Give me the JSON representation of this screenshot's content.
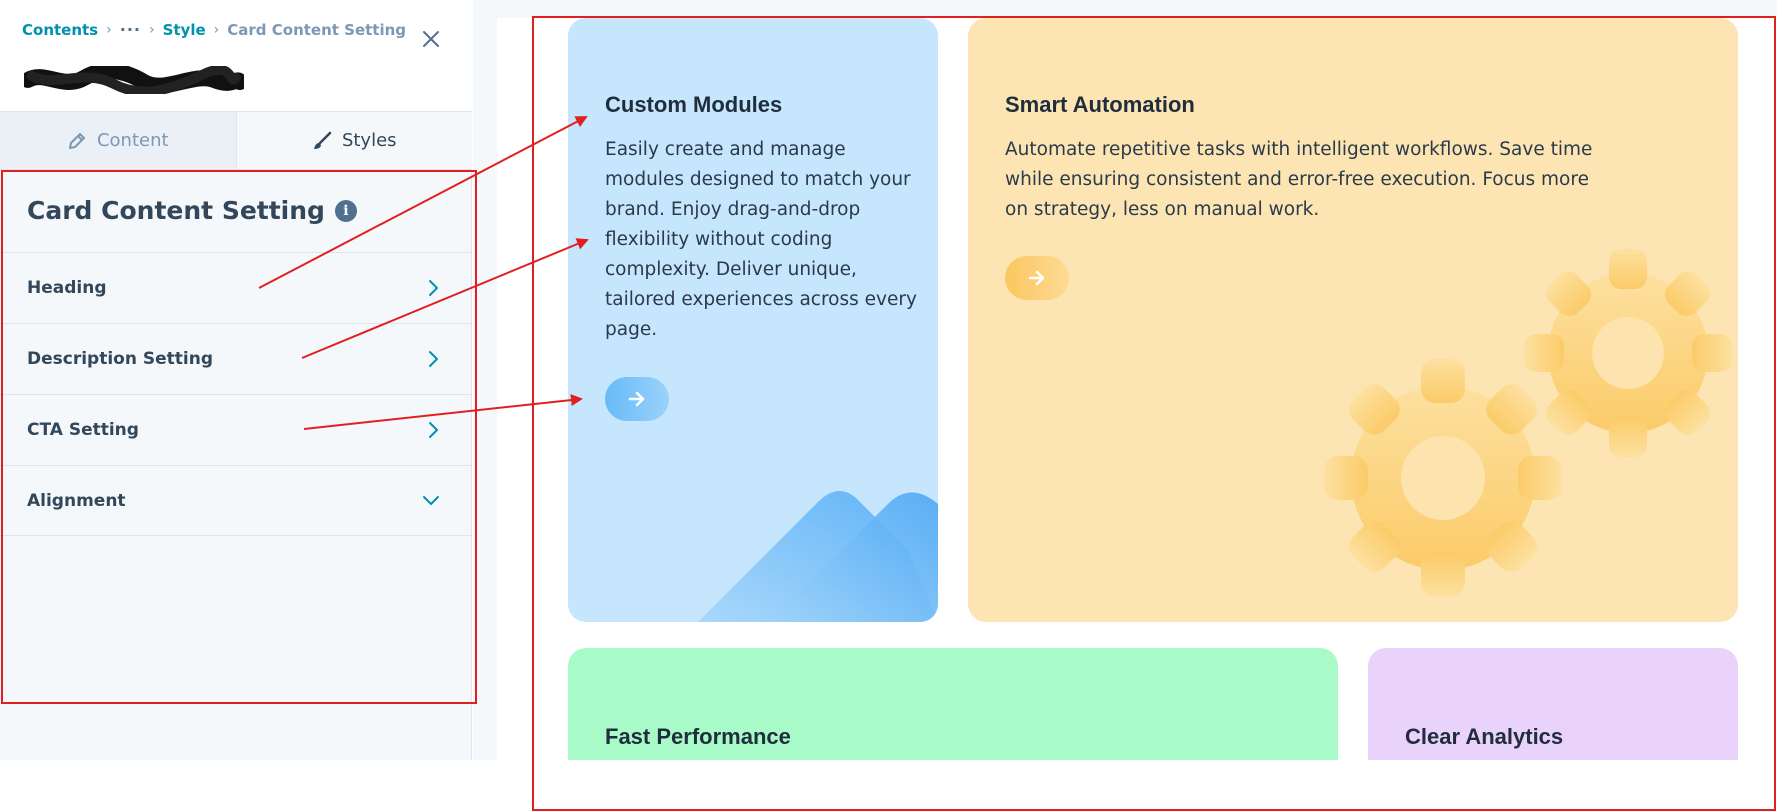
{
  "breadcrumb": {
    "items": [
      "Contents",
      "Style"
    ],
    "current": "Card Content Setting"
  },
  "tabs": {
    "content_label": "Content",
    "styles_label": "Styles"
  },
  "section": {
    "title": "Card Content Setting"
  },
  "settings": [
    {
      "label": "Heading",
      "state": "collapsed"
    },
    {
      "label": "Description Setting",
      "state": "collapsed"
    },
    {
      "label": "CTA Setting",
      "state": "collapsed"
    },
    {
      "label": "Alignment",
      "state": "expanded"
    }
  ],
  "cards": [
    {
      "title": "Custom Modules",
      "description": "Easily create and manage modules designed to match your brand. Enjoy drag-and-drop flexibility without coding complexity. Deliver unique, tailored experiences across every page.",
      "color": "#c5e6fc",
      "icon": "mountains-illustration"
    },
    {
      "title": "Smart Automation",
      "description": "Automate repetitive tasks with intelligent workflows. Save time while ensuring consistent and error-free execution. Focus more on strategy, less on manual work.",
      "color": "#fce5b3",
      "icon": "gears-illustration"
    },
    {
      "title": "Fast Performance",
      "color": "#a8fbc9"
    },
    {
      "title": "Clear Analytics",
      "color": "#ead3fb"
    }
  ],
  "colors": {
    "accent": "#0091ae",
    "annotation": "#e02020"
  }
}
